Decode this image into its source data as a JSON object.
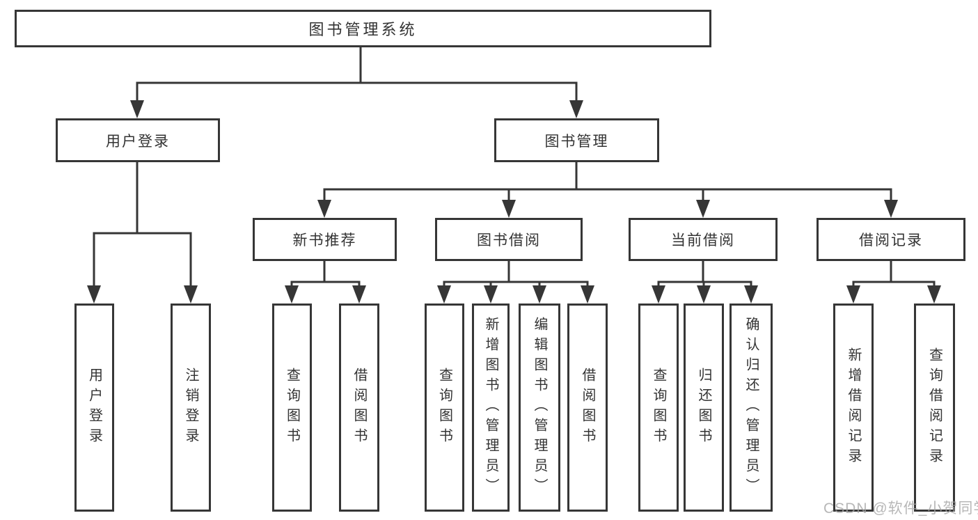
{
  "diagram": {
    "title": "图书管理系统",
    "watermark": "CSDN @软件_小贺同学",
    "colors": {
      "line": "#363636",
      "text": "#333333",
      "background": "#ffffff",
      "watermark": "#a5a5a5"
    },
    "tree": {
      "label": "图书管理系统",
      "children": [
        {
          "label": "用户登录",
          "children": [
            {
              "label": "用户登录"
            },
            {
              "label": "注销登录"
            }
          ]
        },
        {
          "label": "图书管理",
          "children": [
            {
              "label": "新书推荐",
              "children": [
                {
                  "label": "查询图书"
                },
                {
                  "label": "借阅图书"
                }
              ]
            },
            {
              "label": "图书借阅",
              "children": [
                {
                  "label": "查询图书"
                },
                {
                  "label": "新增图书（管理员）"
                },
                {
                  "label": "编辑图书（管理员）"
                },
                {
                  "label": "借阅图书"
                }
              ]
            },
            {
              "label": "当前借阅",
              "children": [
                {
                  "label": "查询图书"
                },
                {
                  "label": "归还图书"
                },
                {
                  "label": "确认归还（管理员）"
                }
              ]
            },
            {
              "label": "借阅记录",
              "children": [
                {
                  "label": "新增借阅记录"
                },
                {
                  "label": "查询借阅记录"
                }
              ]
            }
          ]
        }
      ]
    }
  }
}
